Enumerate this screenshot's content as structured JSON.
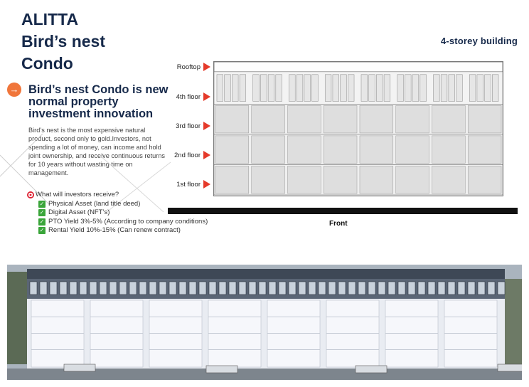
{
  "title": {
    "line1": "ALITTA",
    "line2": "Bird’s nest",
    "line3": "Condo"
  },
  "building_label": "4-storey building",
  "headline": "Bird’s nest Condo is new normal  property investment  innovation",
  "body_text": "Bird’s nest is the most expensive natural product, second only to gold.Investors, not spending a lot of money, can  income and hold joint ownership, and receive continuous returns for 10 years without wasting time on management.",
  "investors": {
    "question": "What will investors receive?",
    "items": [
      "Physical Asset  (land title deed)",
      "Digital Asset (NFT’s)",
      "PTO Yield 3%-5% (According to company conditions)",
      "Rental Yield 10%-15% (Can renew contract)"
    ]
  },
  "floors": {
    "rooftop": "Rooftop",
    "f4": "4th floor",
    "f3": "3rd floor",
    "f2": "2nd floor",
    "f1": "1st floor"
  },
  "front_label": "Front",
  "colors": {
    "title": "#16294a",
    "accent_orange": "#f0763b",
    "arrow_red": "#e53a2a",
    "check_green": "#3aa53a"
  },
  "icons": {
    "headline_bullet": "arrow-right-icon",
    "question_bullet": "target-icon",
    "item_bullet": "checkmark-icon",
    "floor_pointer": "triangle-right-icon"
  }
}
